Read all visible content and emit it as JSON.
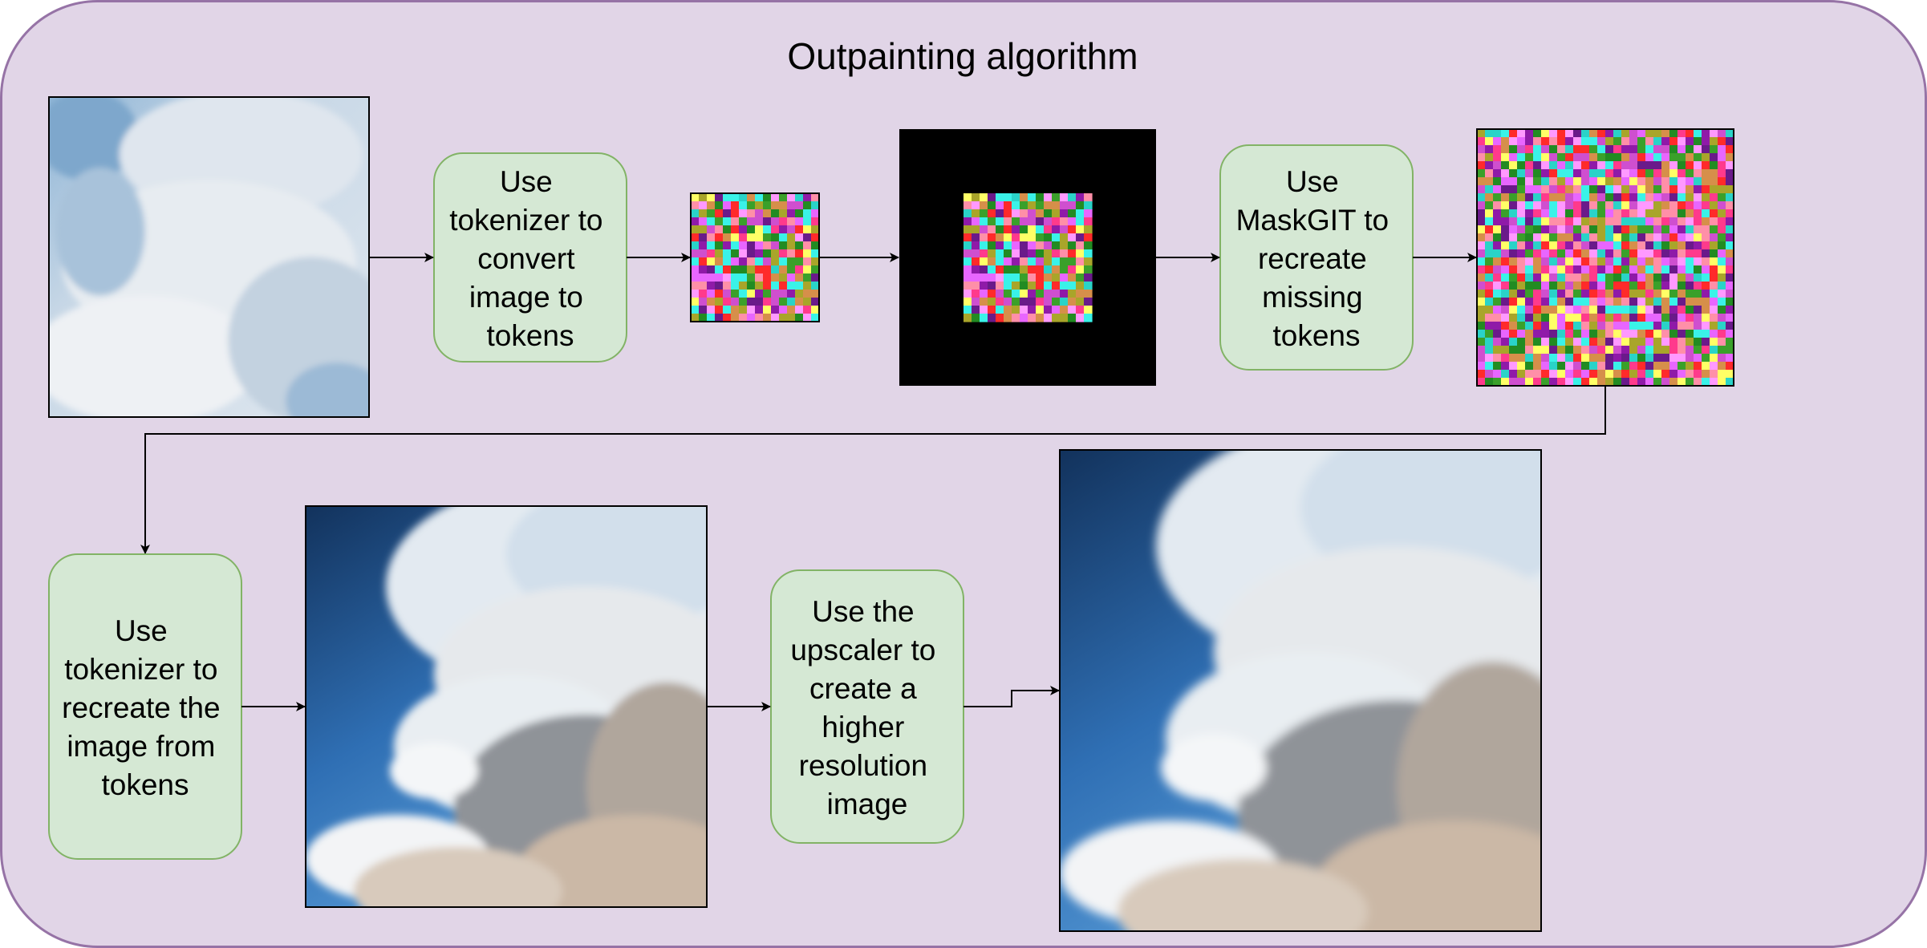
{
  "title": "Outpainting algorithm",
  "colors": {
    "background": "#e1d5e7",
    "background_border": "#9673a6",
    "step_fill": "#d5e8d4",
    "step_border": "#82b366",
    "arrow": "#000000",
    "token_palette": [
      "#ff3a8c",
      "#e866ff",
      "#2ad3c8",
      "#ff8fa8",
      "#a9a52a",
      "#3aa02a",
      "#cf4fcf",
      "#ff2a2a",
      "#8f1aa8",
      "#ffff66",
      "#3af2e8",
      "#ff99ff",
      "#228b22",
      "#d68f4a",
      "#6a1a8a"
    ]
  },
  "steps": [
    {
      "id": "tokenize",
      "lines": [
        "Use",
        "tokenizer to",
        "convert",
        "image to",
        "tokens"
      ]
    },
    {
      "id": "maskgit",
      "lines": [
        "Use",
        "MaskGIT to",
        "recreate",
        "missing",
        "tokens"
      ]
    },
    {
      "id": "detokenize",
      "lines": [
        "Use",
        "tokenizer to",
        "recreate the",
        "image from",
        "tokens"
      ]
    },
    {
      "id": "upscale",
      "lines": [
        "Use the",
        "upscaler to",
        "create a",
        "higher",
        "resolution",
        "image"
      ]
    }
  ],
  "images": [
    {
      "id": "input-sky",
      "kind": "photo",
      "content": "sky with clouds"
    },
    {
      "id": "token-grid",
      "kind": "token-grid"
    },
    {
      "id": "masked-token-grid",
      "kind": "token-grid-padded"
    },
    {
      "id": "full-token-grid",
      "kind": "token-grid"
    },
    {
      "id": "reconstructed-sky",
      "kind": "photo",
      "content": "sky with clouds"
    },
    {
      "id": "upscaled-sky",
      "kind": "photo",
      "content": "sky with clouds"
    }
  ]
}
